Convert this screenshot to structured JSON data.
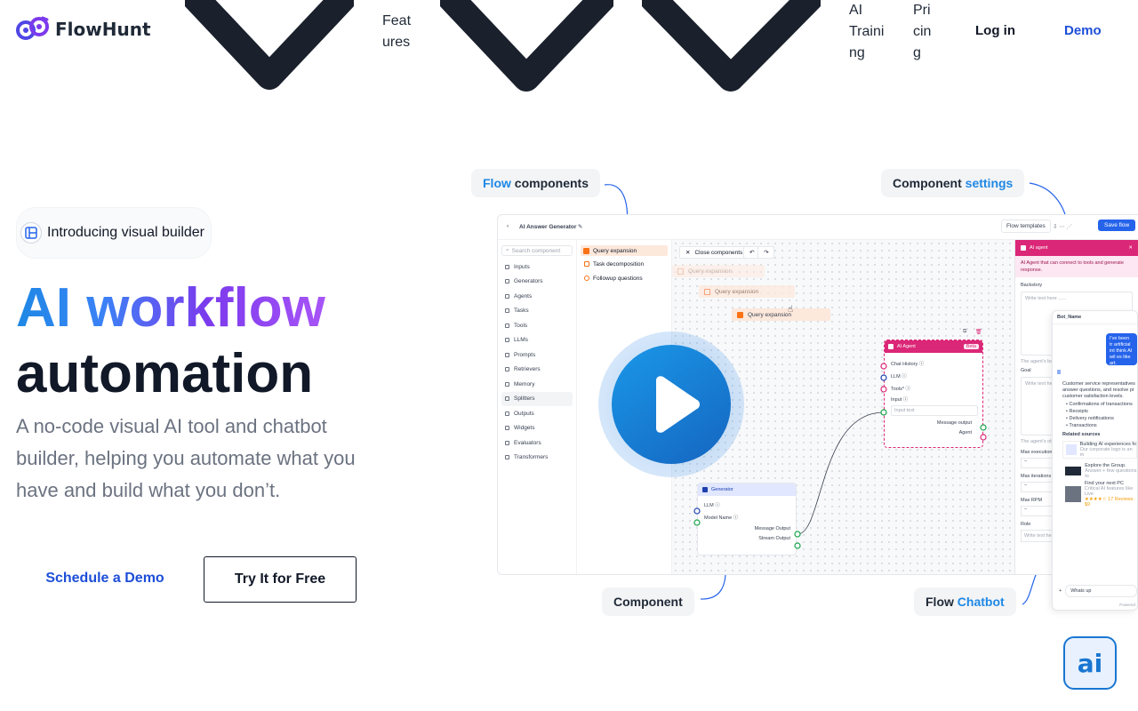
{
  "header": {
    "logo_text": "FlowHunt",
    "nav": {
      "features_line1": "Feat",
      "features_line2": "ures",
      "ai_line1": "AI",
      "ai_line2": "Traini",
      "ai_line3": "ng",
      "pricing_line1": "Pri",
      "pricing_line2": "cin",
      "pricing_line3": "g"
    },
    "login_label": "Log in",
    "demo_label": "Demo"
  },
  "hero": {
    "pill_text": "Introducing visual builder",
    "title_gradient": "AI workflow",
    "title_plain": "automation",
    "subtitle": "A no-code visual AI tool and chatbot builder, helping you automate what you have and build what you don’t.",
    "schedule_button": "Schedule a Demo",
    "try_button": "Try It for Free"
  },
  "illustration": {
    "callout_flow_a": "Flow",
    "callout_flow_b": " components",
    "callout_settings_a": "Component",
    "callout_settings_b": " settings",
    "callout_component": "Component",
    "callout_chatbot_a": "Flow",
    "callout_chatbot_b": " Chatbot",
    "app_title": "AI Answer Generator",
    "flow_templates": "Flow templates",
    "save_flow": "Save flow",
    "search_placeholder": "Search component",
    "sidebar": [
      "Inputs",
      "Generators",
      "Agents",
      "Tasks",
      "Tools",
      "LLMs",
      "Prompts",
      "Retrievers",
      "Memory",
      "Splitters",
      "Outputs",
      "Widgets",
      "Evaluators",
      "Transformers"
    ],
    "subpanel": [
      "Query expansion",
      "Task decomposition",
      "Followup questions"
    ],
    "close_components": "Close components",
    "canvas_query": "Query expansion",
    "agent_node": {
      "title": "AI Agent",
      "badge": "Beta",
      "chat_history": "Chat History",
      "llm": "LLM",
      "tools": "Tools*",
      "input": "Input",
      "input_placeholder": "Input text",
      "message_output": "Message output",
      "agent": "Agent"
    },
    "generator_node": {
      "title": "Generator",
      "llm": "LLM",
      "model_name": "Model Name",
      "message_output": "Message Output",
      "stream_output": "Stream Output"
    },
    "settings": {
      "title": "AI agent",
      "description": "AI Agent that can connect to tools and generate response.",
      "backstory": "Backstory",
      "placeholder": "Write text here ......",
      "backstory_hint": "The agent's ba",
      "goal": "Goal",
      "goal_placeholder": "Write text he",
      "goal_hint": "The agent's ob",
      "max_execution": "Max execution",
      "max_iterations": "Max iterations",
      "max_rpm": "Max RPM",
      "role": "Role",
      "role_placeholder": "Write text he"
    },
    "chat": {
      "bot_name": "Bot_Name",
      "bubble": "I've been tr artificial int think AI wil es like art.",
      "reply": "Customer service representatives answer questions, and resolve pr customer satisfaction levels.",
      "bullets": [
        "Confirmations of transactions",
        "Receipts",
        "Delivery notifications",
        "Transactions"
      ],
      "related": "Related sources",
      "source1_title": "Building AI experiences fo",
      "source1_sub": "Our corporate logo is an m",
      "source2_title": "Explore the Group.",
      "source2_sub": "Answer + few questions to",
      "source3_title": "Find your next PC",
      "source3_sub": "Critical AI features like Live",
      "source3_rating": "★★★★☆ 17 Reviews · $9",
      "input_value": "Whats up",
      "powered": "Powered"
    }
  },
  "ai_badge": "ai",
  "colors": {
    "accent_blue": "#1d4ed8",
    "gradient_start": "#1e88e5",
    "gradient_end": "#a855f7",
    "agent_pink": "#db2777",
    "generator_blue": "#1e40af",
    "node_orange": "#f97316"
  }
}
